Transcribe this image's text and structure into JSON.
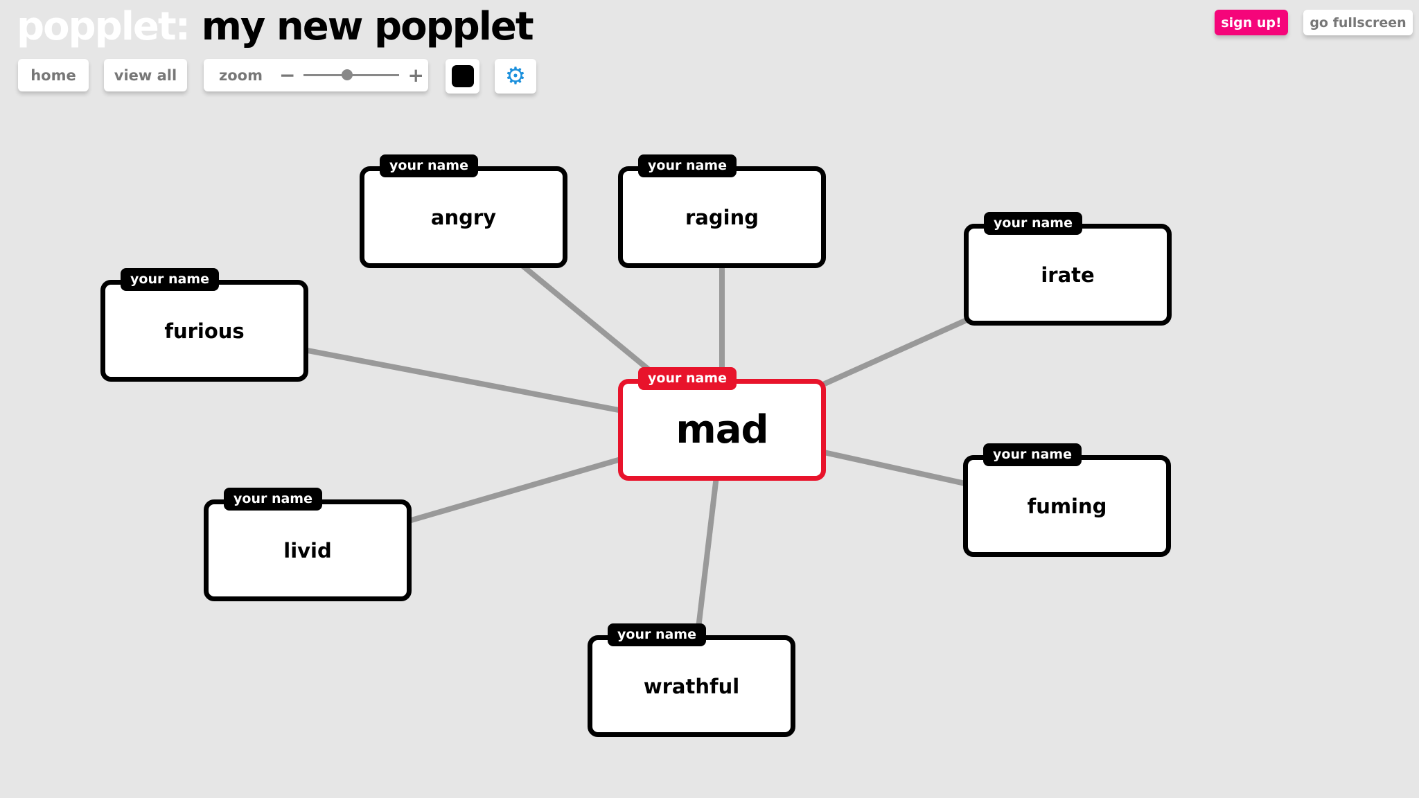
{
  "header": {
    "brand": "popplet:",
    "title": "my new popplet"
  },
  "toolbar": {
    "home": "home",
    "view_all": "view all",
    "zoom_label": "zoom",
    "zoom_minus": "−",
    "zoom_plus": "+",
    "zoom_level": 0.45,
    "color": "#000000",
    "settings_icon": "gear-icon"
  },
  "top_right": {
    "sign_up": "sign up!",
    "fullscreen": "go fullscreen"
  },
  "colors": {
    "accent": "#e8132b",
    "signup": "#f5057a",
    "link": "#999999",
    "gear": "#1a8fdc"
  },
  "nodes": [
    {
      "id": "mad",
      "author": "your name",
      "text": "mad"
    },
    {
      "id": "angry",
      "author": "your name",
      "text": "angry"
    },
    {
      "id": "raging",
      "author": "your name",
      "text": "raging"
    },
    {
      "id": "irate",
      "author": "your name",
      "text": "irate"
    },
    {
      "id": "furious",
      "author": "your name",
      "text": "furious"
    },
    {
      "id": "fuming",
      "author": "your name",
      "text": "fuming"
    },
    {
      "id": "livid",
      "author": "your name",
      "text": "livid"
    },
    {
      "id": "wrathful",
      "author": "your name",
      "text": "wrathful"
    }
  ],
  "links": [
    [
      "mad",
      "angry"
    ],
    [
      "mad",
      "raging"
    ],
    [
      "mad",
      "irate"
    ],
    [
      "mad",
      "furious"
    ],
    [
      "mad",
      "fuming"
    ],
    [
      "mad",
      "livid"
    ],
    [
      "mad",
      "wrathful"
    ]
  ]
}
